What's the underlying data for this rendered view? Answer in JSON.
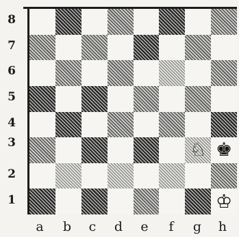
{
  "ranks": [
    "8",
    "7",
    "6",
    "5",
    "4",
    "3",
    "2",
    "1"
  ],
  "files": [
    "a",
    "b",
    "c",
    "d",
    "e",
    "f",
    "g",
    "h"
  ],
  "pieces": [
    {
      "square": "g3",
      "glyph": "♘",
      "icon": "white-knight-icon"
    },
    {
      "square": "h3",
      "glyph": "♚",
      "icon": "black-king-icon"
    },
    {
      "square": "h1",
      "glyph": "♔",
      "icon": "white-king-icon"
    }
  ]
}
